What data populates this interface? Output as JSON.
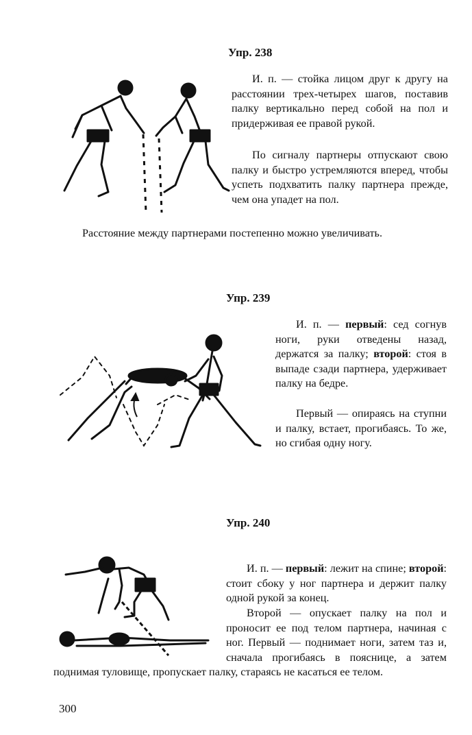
{
  "ex238": {
    "title": "Упр. 238",
    "p1": "И. п. — стойка лицом друг к другу на расстоянии трех-четырех шагов, поставив палку вертикально перед собой на пол и придерживая ее правой рукой.",
    "p2": "По сигналу партнеры отпускают свою палку и быстро устремляются вперед, чтобы успеть подхватить палку партнера прежде, чем она упадет на пол.",
    "p3": "Расстояние между партнерами постепенно можно увеличивать."
  },
  "ex239": {
    "title": "Упр. 239",
    "p1_pre": "И. п. — ",
    "p1_first": "первый",
    "p1_mid": ": сед согнув ноги, руки отведены назад, держатся за палку; ",
    "p1_second": "второй",
    "p1_post": ": стоя в выпаде сзади партнера, удерживает палку на бедре.",
    "p2": "Первый — опираясь на ступни и палку, встает, прогибаясь. То же, но сгибая одну ногу."
  },
  "ex240": {
    "title": "Упр. 240",
    "p1_pre": "И. п. — ",
    "p1_first": "первый",
    "p1_mid": ": лежит на спине; ",
    "p1_second": "второй",
    "p1_post": ": стоит сбоку у ног партнера и держит палку одной рукой за конец.",
    "p2": "Второй — опускает палку на пол и проносит ее под телом партнера, начиная с ног. Первый — поднимает ноги, затем таз и, сначала прогибаясь в пояснице, а затем поднимая туловище, пропускает палку, стараясь не касаться ее телом."
  },
  "page_number": "300",
  "figures": {
    "fig238": "two-partners-sticks-illustration",
    "fig239": "bridge-with-stick-illustration",
    "fig240": "stick-under-body-illustration"
  }
}
